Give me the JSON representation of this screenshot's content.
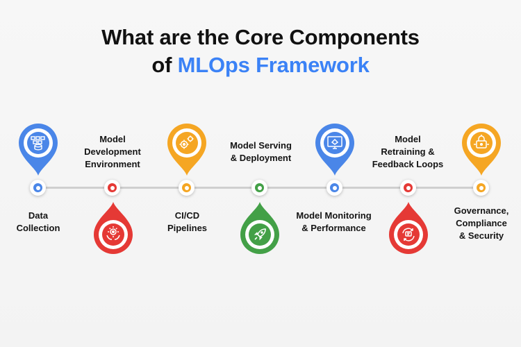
{
  "title": {
    "line1": "What are the Core Components",
    "line2_prefix": "of ",
    "line2_accent": "MLOps Framework"
  },
  "colors": {
    "blue": "#4a86e8",
    "red": "#e53935",
    "orange": "#f5a623",
    "green": "#43a047",
    "accent": "#3b82f6",
    "line": "#cfcfcf"
  },
  "components": [
    {
      "label": "Data\nCollection",
      "color": "blue",
      "icon": "database-icon"
    },
    {
      "label": "Model\nDevelopment\nEnvironment",
      "color": "red",
      "icon": "hand-gear-icon"
    },
    {
      "label": "CI/CD\nPipelines",
      "color": "orange",
      "icon": "gears-icon"
    },
    {
      "label": "Model Serving\n& Deployment",
      "color": "green",
      "icon": "rocket-icon"
    },
    {
      "label": "Model Monitoring\n& Performance",
      "color": "blue",
      "icon": "monitor-icon"
    },
    {
      "label": "Model\nRetraining &\nFeedback Loops",
      "color": "red",
      "icon": "feedback-icon"
    },
    {
      "label": "Governance,\nCompliance\n& Security",
      "color": "orange",
      "icon": "lock-icon"
    }
  ]
}
